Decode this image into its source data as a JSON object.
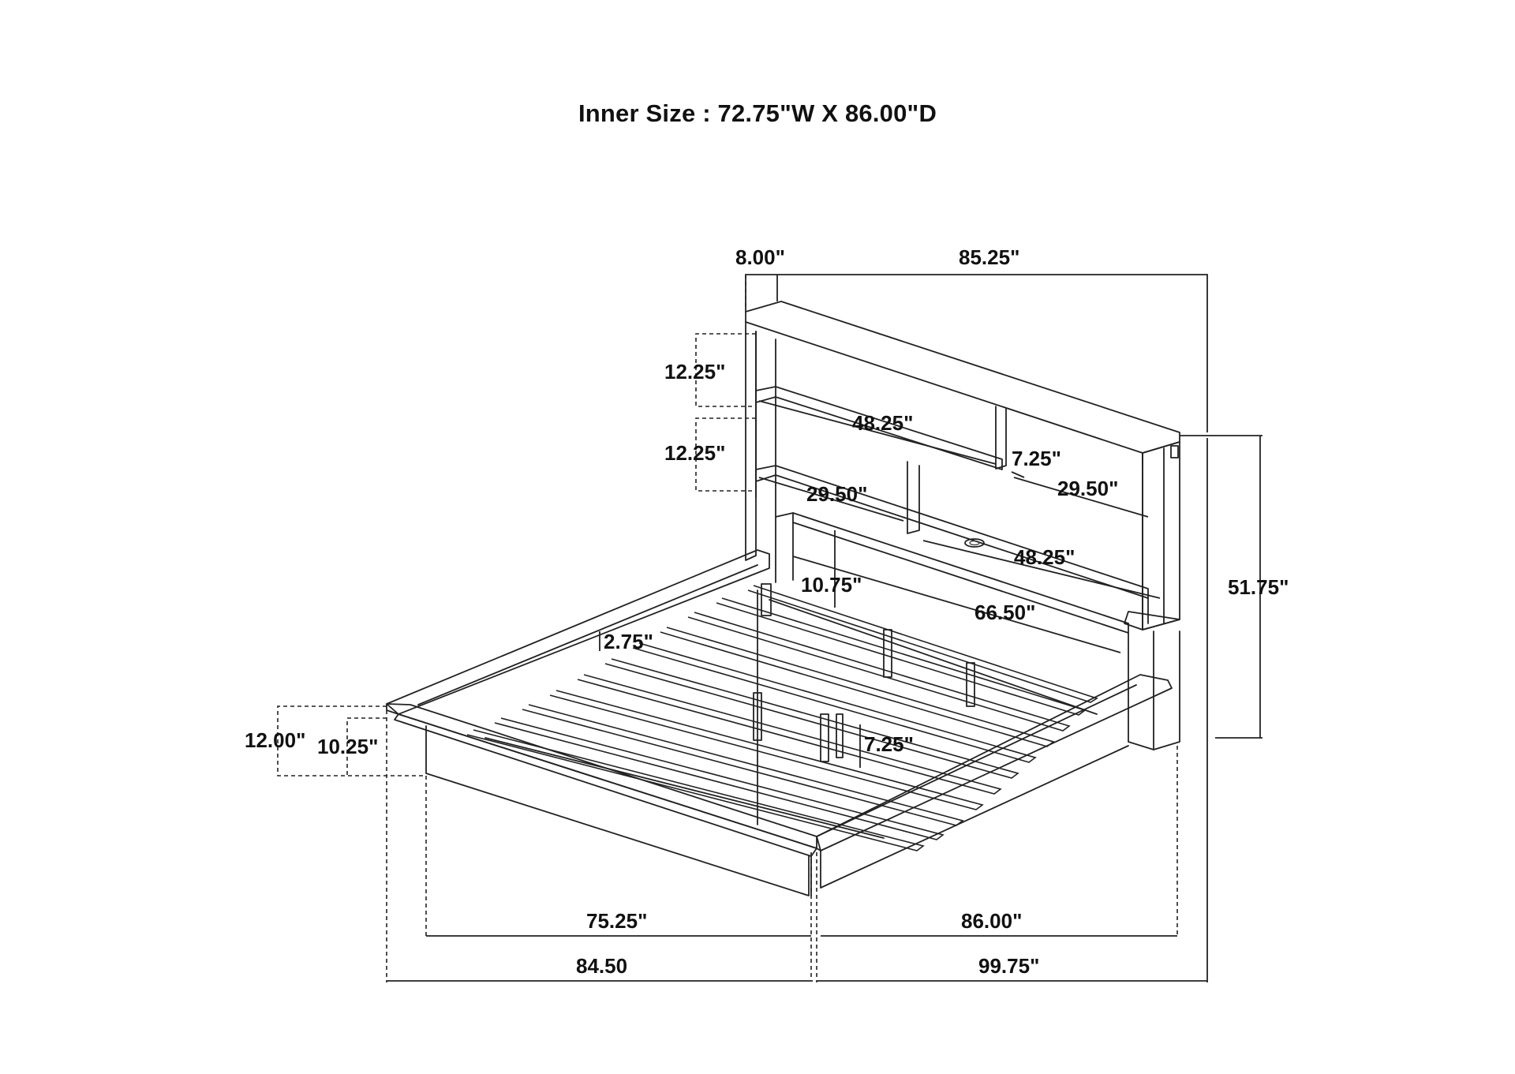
{
  "title": "Inner Size : 72.75\"W X 86.00\"D",
  "colors": {
    "line": "#222222",
    "text": "#111111",
    "background": "#ffffff"
  },
  "dimensions": {
    "headboard_depth": "8.00\"",
    "headboard_width": "85.25\"",
    "upper_shelf_height": "12.25\"",
    "lower_shelf_height": "12.25\"",
    "upper_shelf_width": "48.25\"",
    "small_divider_width": "7.25\"",
    "lower_left_shelf_width": "29.50\"",
    "lower_right_shelf_width": "29.50\"",
    "bottom_shelf_width": "48.25\"",
    "opening_height": "10.75\"",
    "opening_width": "66.50\"",
    "headboard_height": "51.75\"",
    "slat_height": "2.75\"",
    "rail_height_outer": "12.00\"",
    "rail_height_inner": "10.25\"",
    "leg_height": "7.25\"",
    "inner_length": "75.25\"",
    "inner_depth": "86.00\"",
    "overall_length": "84.50",
    "overall_depth": "99.75\""
  }
}
